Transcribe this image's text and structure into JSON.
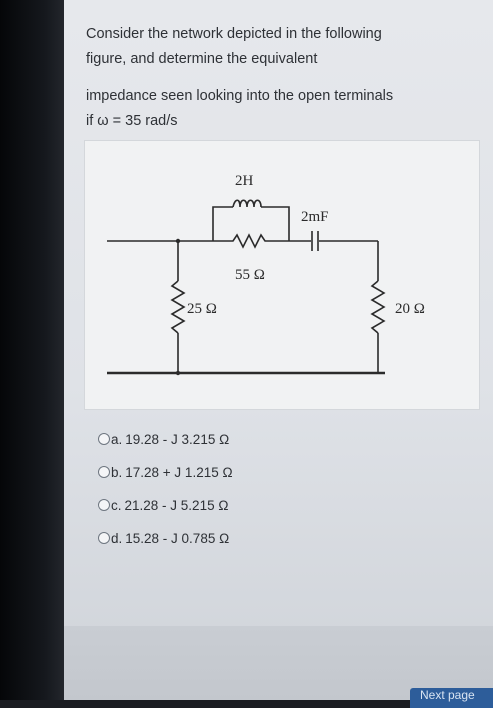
{
  "question": {
    "line1": "Consider the network depicted in the following",
    "line2": "figure, and determine the equivalent",
    "line3": "impedance seen looking into the open terminals",
    "line4": "if ω = 35 rad/s"
  },
  "circuit": {
    "inductor_label": "2H",
    "capacitor_label": "2mF",
    "resistor_55_label": "55 Ω",
    "resistor_25_label": "25 Ω",
    "resistor_20_label": "20 Ω"
  },
  "options": [
    {
      "prefix": "a.",
      "label": "19.28 - J 3.215 Ω"
    },
    {
      "prefix": "b.",
      "label": "17.28 + J 1.215 Ω"
    },
    {
      "prefix": "c.",
      "label": "21.28 - J 5.215 Ω"
    },
    {
      "prefix": "d.",
      "label": "15.28 - J 0.785 Ω"
    }
  ],
  "navigation": {
    "next_label": "Next page"
  }
}
